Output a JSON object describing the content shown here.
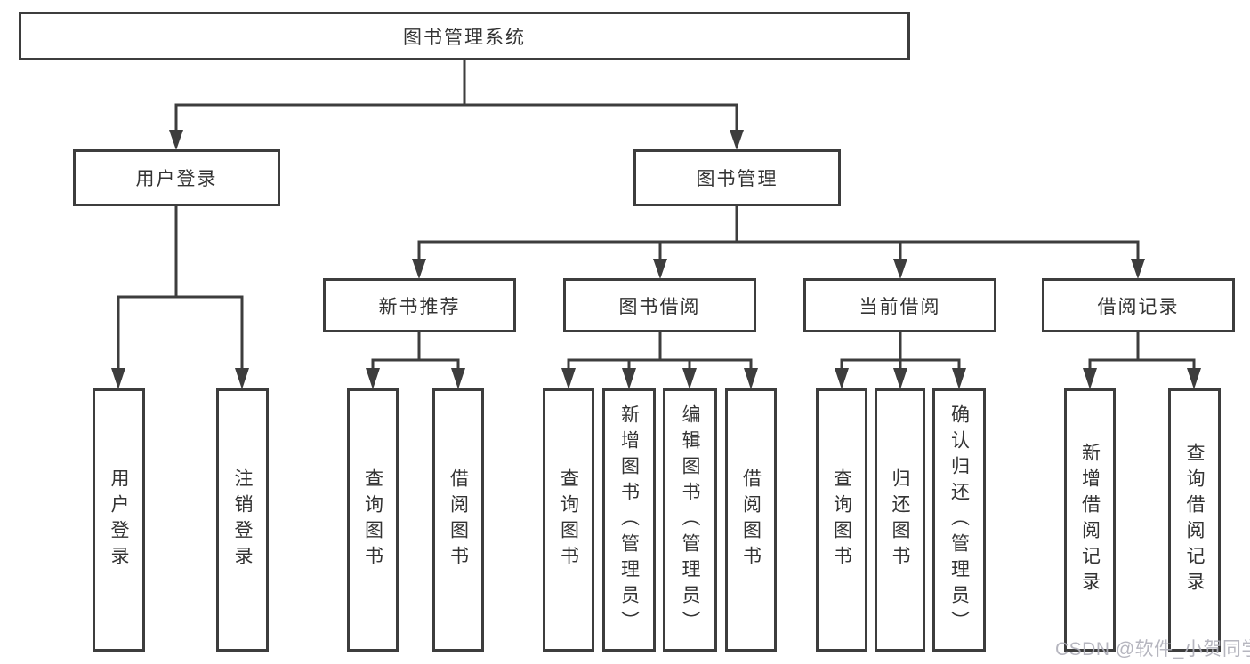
{
  "tree": {
    "root": "图书管理系统",
    "branches": [
      {
        "label": "用户登录",
        "leaves": [
          "用户登录",
          "注销登录"
        ]
      },
      {
        "label": "图书管理",
        "groups": [
          {
            "label": "新书推荐",
            "leaves": [
              "查询图书",
              "借阅图书"
            ]
          },
          {
            "label": "图书借阅",
            "leaves": [
              "查询图书",
              "新增图书（管理员）",
              "编辑图书（管理员）",
              "借阅图书"
            ]
          },
          {
            "label": "当前借阅",
            "leaves": [
              "查询图书",
              "归还图书",
              "确认归还（管理员）"
            ]
          },
          {
            "label": "借阅记录",
            "leaves": [
              "新增借阅记录",
              "查询借阅记录"
            ]
          }
        ]
      }
    ]
  },
  "watermark": "CSDN @软件_小贺同学",
  "colors": {
    "line": "#3d3d3d",
    "text": "#333333",
    "background": "#ffffff",
    "watermark": "#b0b0ba"
  }
}
